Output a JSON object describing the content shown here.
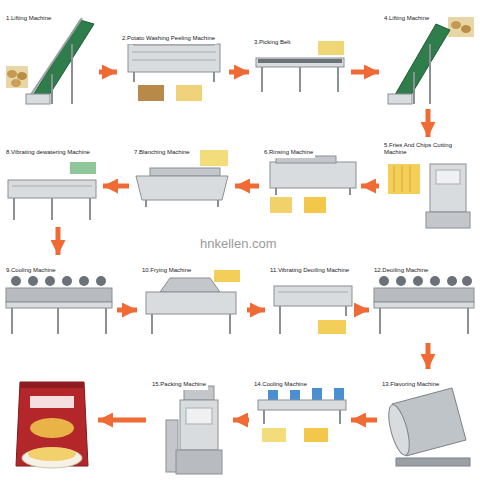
{
  "diagram": {
    "nodes": [
      {
        "text": [
          "1.Lifting Machine"
        ]
      },
      {
        "text": [
          "2.Potato Washing Peeling Machine"
        ]
      },
      {
        "text": [
          "3.Picking Belt"
        ]
      },
      {
        "text": [
          "4.Lifting Machine"
        ]
      },
      {
        "text": [
          "5.Fries And Chips Cutting Machine"
        ]
      },
      {
        "text": [
          "6.Rinsing Machine"
        ]
      },
      {
        "text": [
          "7.Blanching Machine"
        ]
      },
      {
        "text": [
          "8.Vibrating dewatering Machine"
        ]
      },
      {
        "text": [
          "9.Cooling Machine"
        ]
      },
      {
        "text": [
          "10.Frying Machine"
        ]
      },
      {
        "text": [
          "11.Vibrating Deoiling Machine"
        ]
      },
      {
        "text": [
          "12.Deoiling Machine"
        ]
      },
      {
        "text": [
          "13.Flavoring Machine"
        ]
      },
      {
        "text": [
          "14.Cooling Machine"
        ]
      },
      {
        "text": [
          "15.Packing Machine"
        ]
      }
    ],
    "edges": [
      {
        "from": 0,
        "to": 1,
        "arrow": "to"
      },
      {
        "from": 1,
        "to": 2,
        "arrow": "to"
      },
      {
        "from": 2,
        "to": 3,
        "arrow": "to"
      },
      {
        "from": 3,
        "to": 4,
        "arrow": "to"
      },
      {
        "from": 4,
        "to": 5,
        "arrow": "to"
      },
      {
        "from": 5,
        "to": 6,
        "arrow": "to"
      },
      {
        "from": 6,
        "to": 7,
        "arrow": "to"
      },
      {
        "from": 7,
        "to": 8,
        "arrow": "to"
      },
      {
        "from": 8,
        "to": 9,
        "arrow": "to"
      },
      {
        "from": 9,
        "to": 10,
        "arrow": "to"
      },
      {
        "from": 10,
        "to": 11,
        "arrow": "to"
      },
      {
        "from": 11,
        "to": 12,
        "arrow": "to"
      },
      {
        "from": 12,
        "to": 13,
        "arrow": "to"
      },
      {
        "from": 13,
        "to": 14,
        "arrow": "to"
      }
    ],
    "labels": [
      "hnkellen.com"
    ]
  }
}
